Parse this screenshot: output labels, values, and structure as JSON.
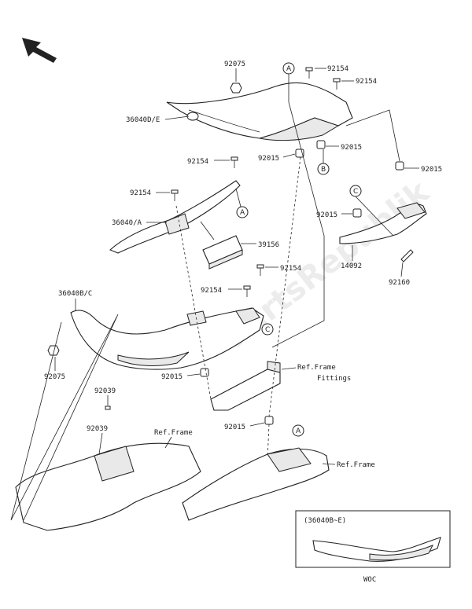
{
  "parts": {
    "p92075_top": "92075",
    "p92154_a": "92154",
    "p92154_b": "92154",
    "p36040DE": "36040D/E",
    "p92015_a": "92015",
    "p92015_b": "92015",
    "p92015_c": "92015",
    "p92154_c": "92154",
    "p92154_d": "92154",
    "p36040A": "36040/A",
    "p39156": "39156",
    "p92015_d": "92015",
    "p14092": "14092",
    "p92154_e": "92154",
    "p92160": "92160",
    "p92154_f": "92154",
    "p36040BC": "36040B/C",
    "p92075_b": "92075",
    "p92015_e": "92015",
    "p92039_a": "92039",
    "p92039_b": "92039",
    "p92015_f": "92015",
    "ref_frame_fittings_1": "Ref.Frame",
    "ref_frame_fittings_2": "Fittings",
    "ref_frame_a": "Ref.Frame",
    "ref_frame_b": "Ref.Frame"
  },
  "callouts": {
    "a": "A",
    "b": "B",
    "c": "C"
  },
  "inset": {
    "title": "(36040B~E)",
    "code": "WOC"
  },
  "watermark": "PartsRepublik"
}
